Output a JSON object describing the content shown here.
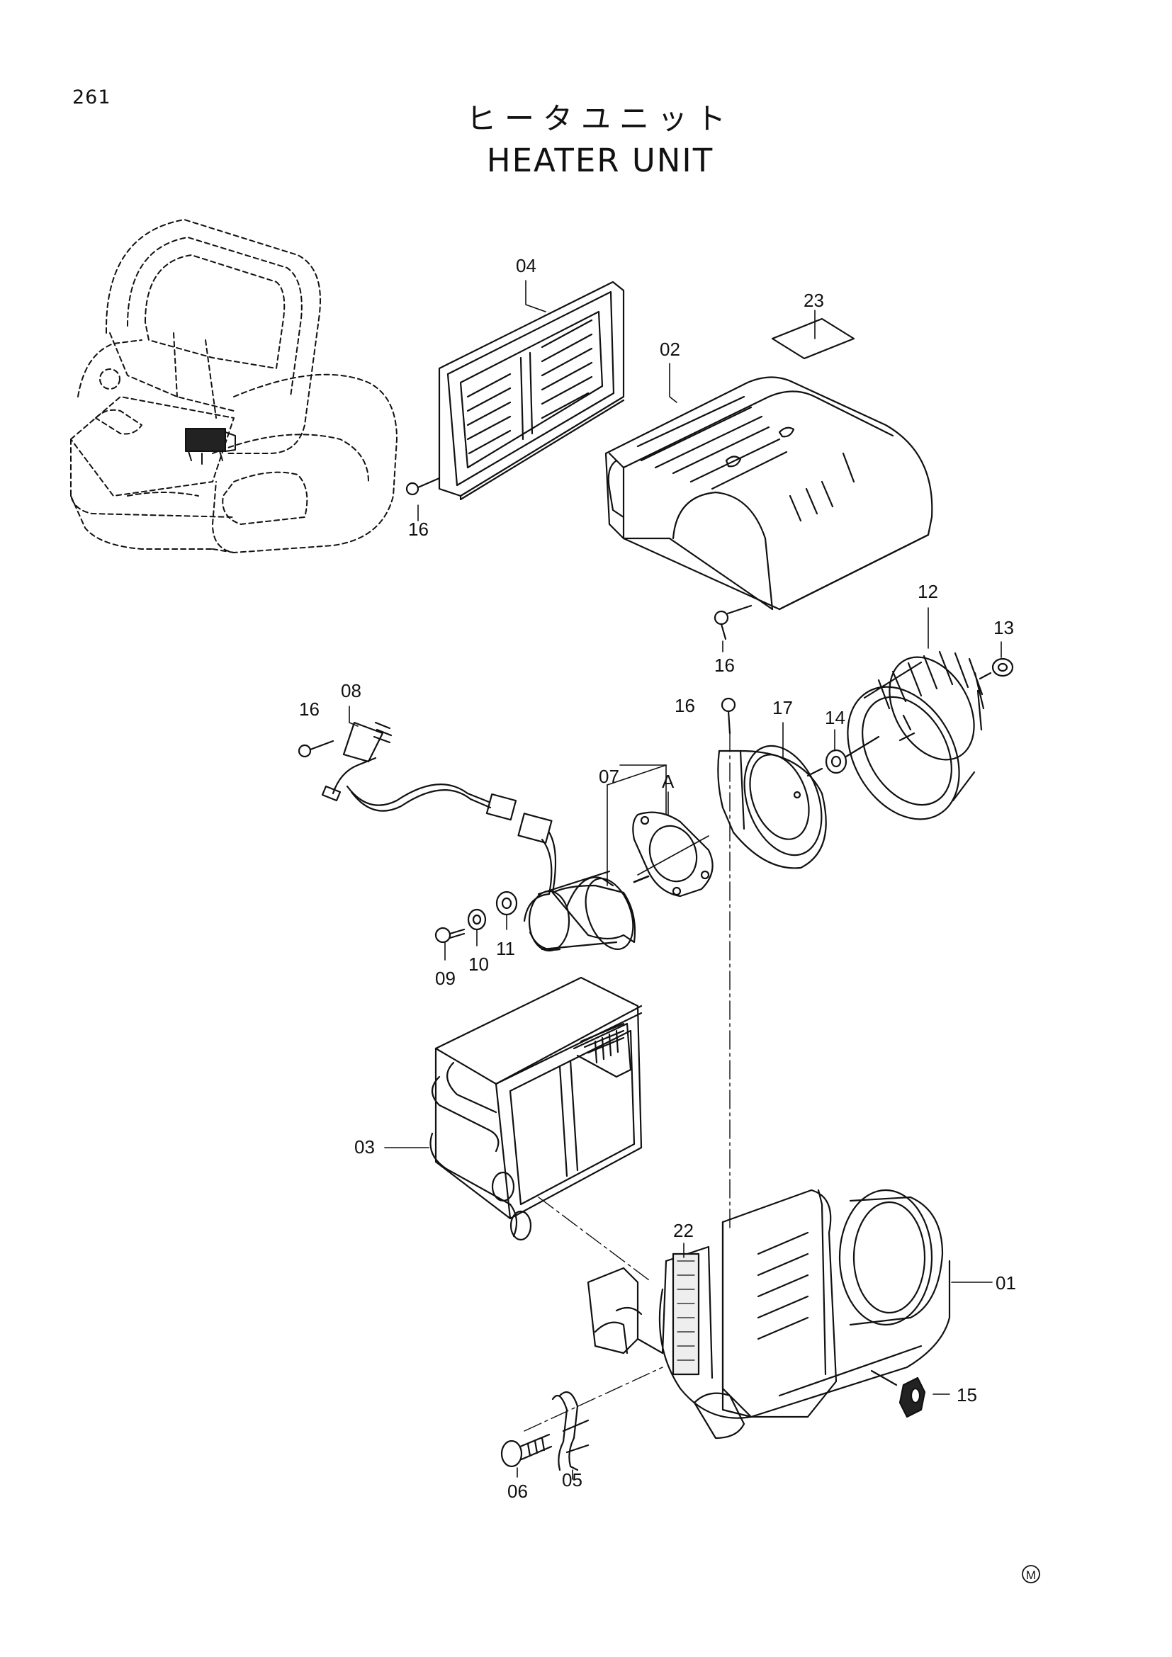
{
  "page": {
    "number": "261"
  },
  "title": {
    "japanese": "ヒータユニット",
    "english": "HEATER UNIT"
  },
  "callouts": [
    {
      "id": "04",
      "label": "04"
    },
    {
      "id": "23",
      "label": "23"
    },
    {
      "id": "02",
      "label": "02"
    },
    {
      "id": "16a",
      "label": "16"
    },
    {
      "id": "16b",
      "label": "16"
    },
    {
      "id": "12",
      "label": "12"
    },
    {
      "id": "13",
      "label": "13"
    },
    {
      "id": "08",
      "label": "08"
    },
    {
      "id": "16c",
      "label": "16"
    },
    {
      "id": "16d",
      "label": "16"
    },
    {
      "id": "17",
      "label": "17"
    },
    {
      "id": "14",
      "label": "14"
    },
    {
      "id": "07",
      "label": "07"
    },
    {
      "id": "A",
      "label": "A"
    },
    {
      "id": "09",
      "label": "09"
    },
    {
      "id": "10",
      "label": "10"
    },
    {
      "id": "11",
      "label": "11"
    },
    {
      "id": "03",
      "label": "03"
    },
    {
      "id": "22",
      "label": "22"
    },
    {
      "id": "01",
      "label": "01"
    },
    {
      "id": "15",
      "label": "15"
    },
    {
      "id": "06",
      "label": "06"
    },
    {
      "id": "05",
      "label": "05"
    }
  ],
  "mark": {
    "symbol": "M"
  }
}
